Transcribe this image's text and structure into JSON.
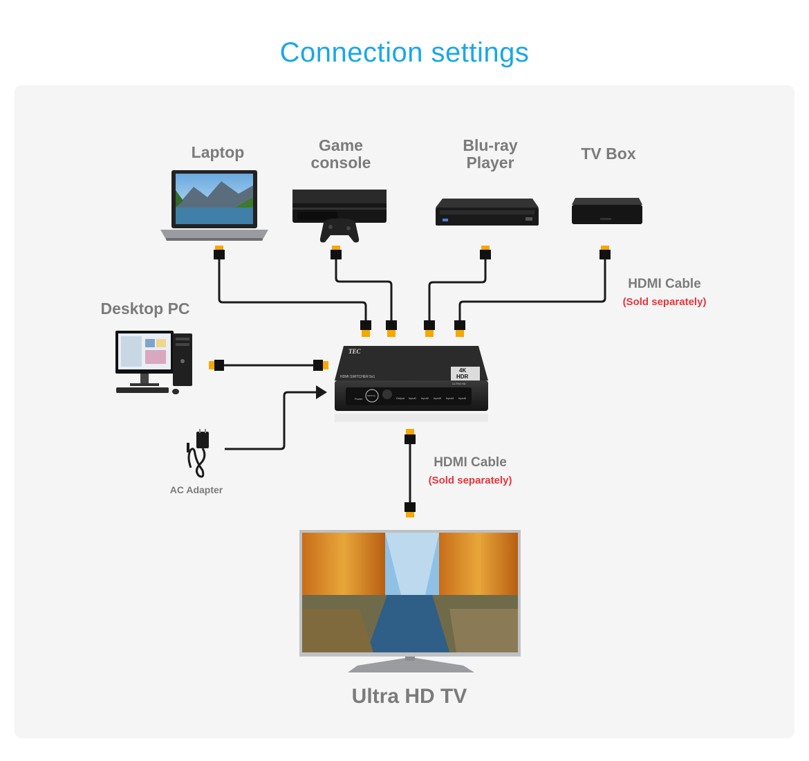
{
  "title": "Connection settings",
  "devices": {
    "laptop": "Laptop",
    "game_console": "Game console",
    "bluray": "Blu-ray Player",
    "tvbox": "TV Box",
    "desktop": "Desktop PC",
    "ac_adapter": "AC Adapter",
    "tv": "Ultra HD TV"
  },
  "cables": {
    "top": {
      "label": "HDMI Cable",
      "note": "(Sold separately)"
    },
    "bottom": {
      "label": "HDMI Cable",
      "note": "(Sold separately)"
    }
  },
  "switcher": {
    "brand": "TEC",
    "model": "HDMI SWITCHER 5x1",
    "badge_top": "4K",
    "badge_bottom": "HDR",
    "badge_sub": "ULTRA HD",
    "ports": [
      "Power",
      "SWITCH",
      "Output",
      "Input1",
      "Input2",
      "Input3",
      "Input4",
      "Input5"
    ]
  },
  "colors": {
    "accent": "#1aa7e8",
    "warning": "#e8343c",
    "connector": "#f5a800"
  }
}
